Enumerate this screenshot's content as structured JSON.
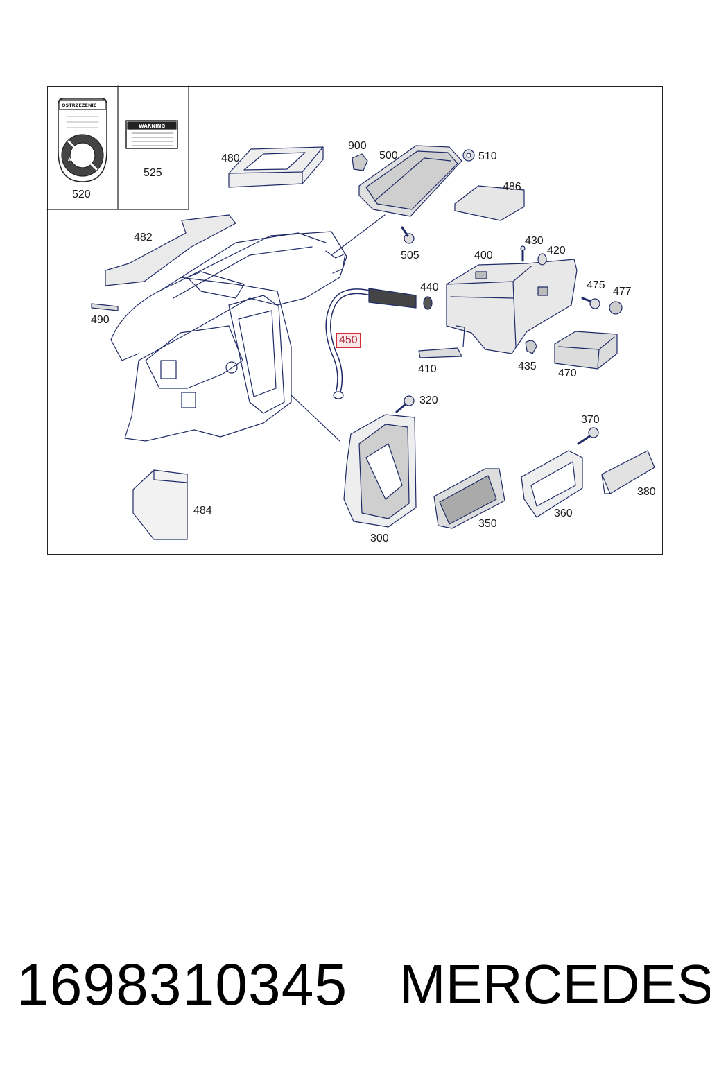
{
  "labels": {
    "l520": "520",
    "l525": "525",
    "l480": "480",
    "l900": "900",
    "l500": "500",
    "l510": "510",
    "l486": "486",
    "l482": "482",
    "l505": "505",
    "l430": "430",
    "l420": "420",
    "l400": "400",
    "l440": "440",
    "l475": "475",
    "l477": "477",
    "l490": "490",
    "l450": "450",
    "l410": "410",
    "l435": "435",
    "l470": "470",
    "l320": "320",
    "l370": "370",
    "l484": "484",
    "l380": "380",
    "l360": "360",
    "l350": "350",
    "l300": "300"
  },
  "stickers": {
    "warning_pl": "OSTRZEŻENIE",
    "warning_en": "WARNING",
    "airbag": "AIRBAG"
  },
  "footer": {
    "part_number": "1698310345",
    "brand": "MERCEDES"
  },
  "colors": {
    "line": "#1f2a66",
    "highlight": "#d42a3a"
  }
}
